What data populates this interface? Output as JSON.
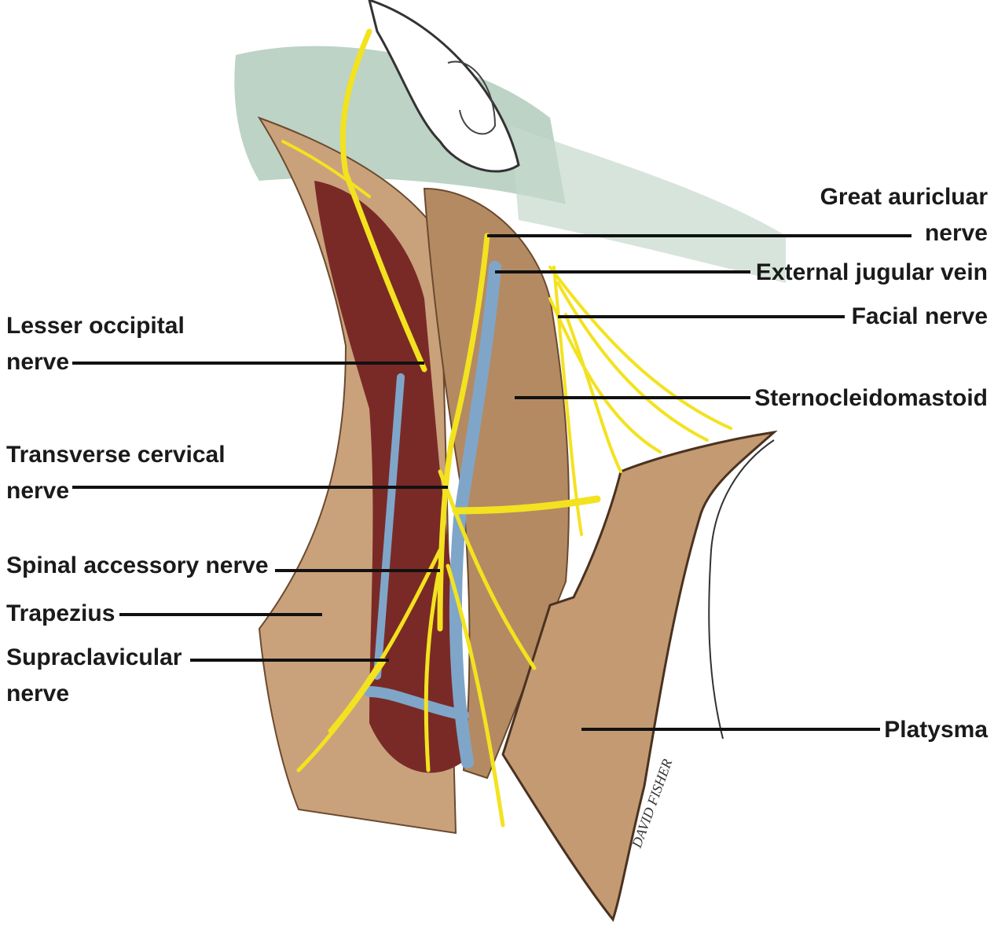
{
  "colors": {
    "skin": "#c9a27c",
    "muscle": "#b48a63",
    "deep_cavity": "#7a2a26",
    "nerve": "#f3e21f",
    "vein": "#7fa6c9",
    "background_tint": "#bcd3c6",
    "leader_line": "#111111"
  },
  "labels": {
    "great_auricular": "Great auricluar\nnerve",
    "external_jugular": "External jugular vein",
    "facial": "Facial nerve",
    "scm": "Sternocleidomastoid",
    "platysma": "Platysma",
    "lesser_occipital": "Lesser occipital\nnerve",
    "transverse_cervical": "Transverse cervical\nnerve",
    "spinal_accessory": "Spinal accessory nerve",
    "trapezius": "Trapezius",
    "supraclavicular": "Supraclavicular\nnerve"
  },
  "signature": "DAVID FISHER"
}
